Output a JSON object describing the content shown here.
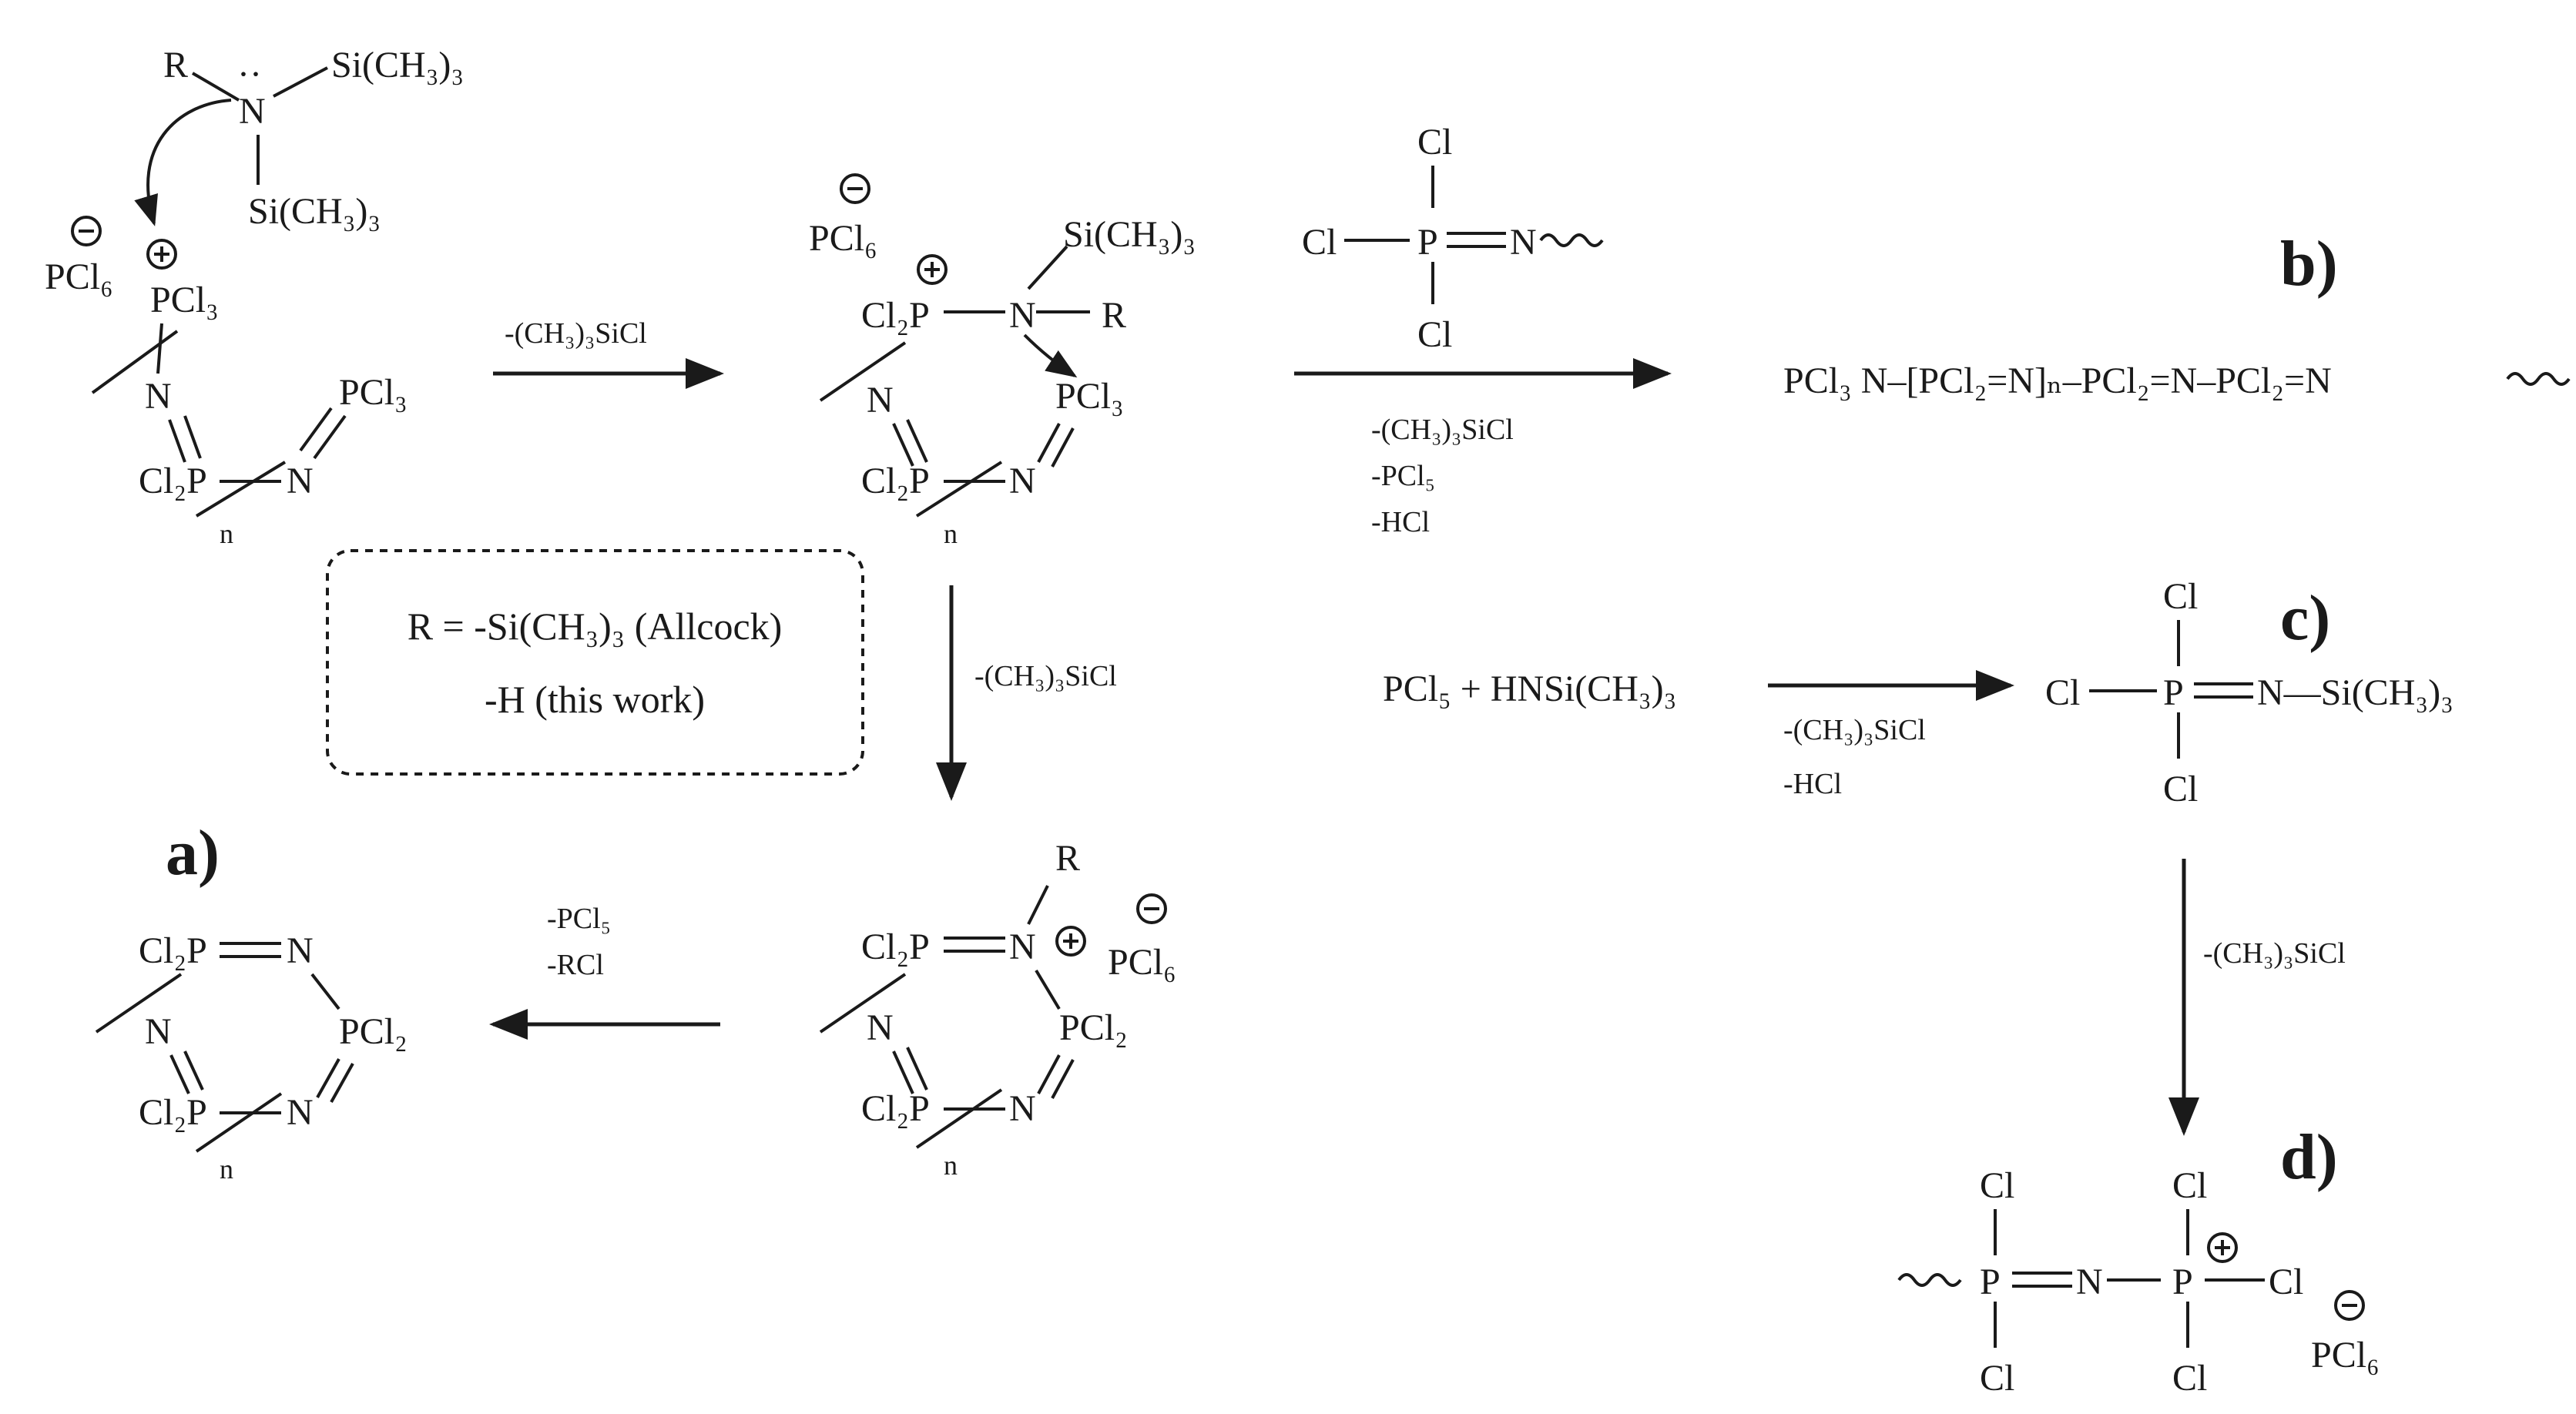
{
  "labels": {
    "a": "a)",
    "b": "b)",
    "c": "c)",
    "d": "d)"
  },
  "note": {
    "line1": "R = -Si(CH₃)₃ (Allcock)",
    "line2": "-H (this work)"
  },
  "reagent": {
    "R": "R",
    "N": "N",
    "si_top": "Si(CH₃)₃",
    "si_bottom": "Si(CH₃)₃"
  },
  "species": {
    "pcl6_minus": "PCl₆",
    "pcl3_plus": "PCl₃",
    "pcl3_end": "PCl₃",
    "cl2p": "Cl₂P",
    "n": "N",
    "pcl2": "PCl₂",
    "cl": "Cl",
    "p": "P",
    "si_me3": "Si(CH₃)₃",
    "r": "R",
    "repeat_index": "n"
  },
  "conditions": {
    "step1": "-(CH₃)₃SiCl",
    "step_down": "-(CH₃)₃SiCl",
    "step_left_1": "-PCl₅",
    "step_left_2": "-RCl",
    "step_b_1": "-(CH₃)₃SiCl",
    "step_b_2": "-PCl₅",
    "step_b_3": "-HCl",
    "step_c_1": "-(CH₃)₃SiCl",
    "step_c_2": "-HCl",
    "step_d": "-(CH₃)₃SiCl"
  },
  "polymer_b": "PCl₃ N–[PCl₂=N]ₙ–PCl₂=N–PCl₂=N",
  "reactants_c": "PCl₅ + HNSi(CH₃)₃",
  "product_c_tail": "N—Si(CH₃)₃"
}
